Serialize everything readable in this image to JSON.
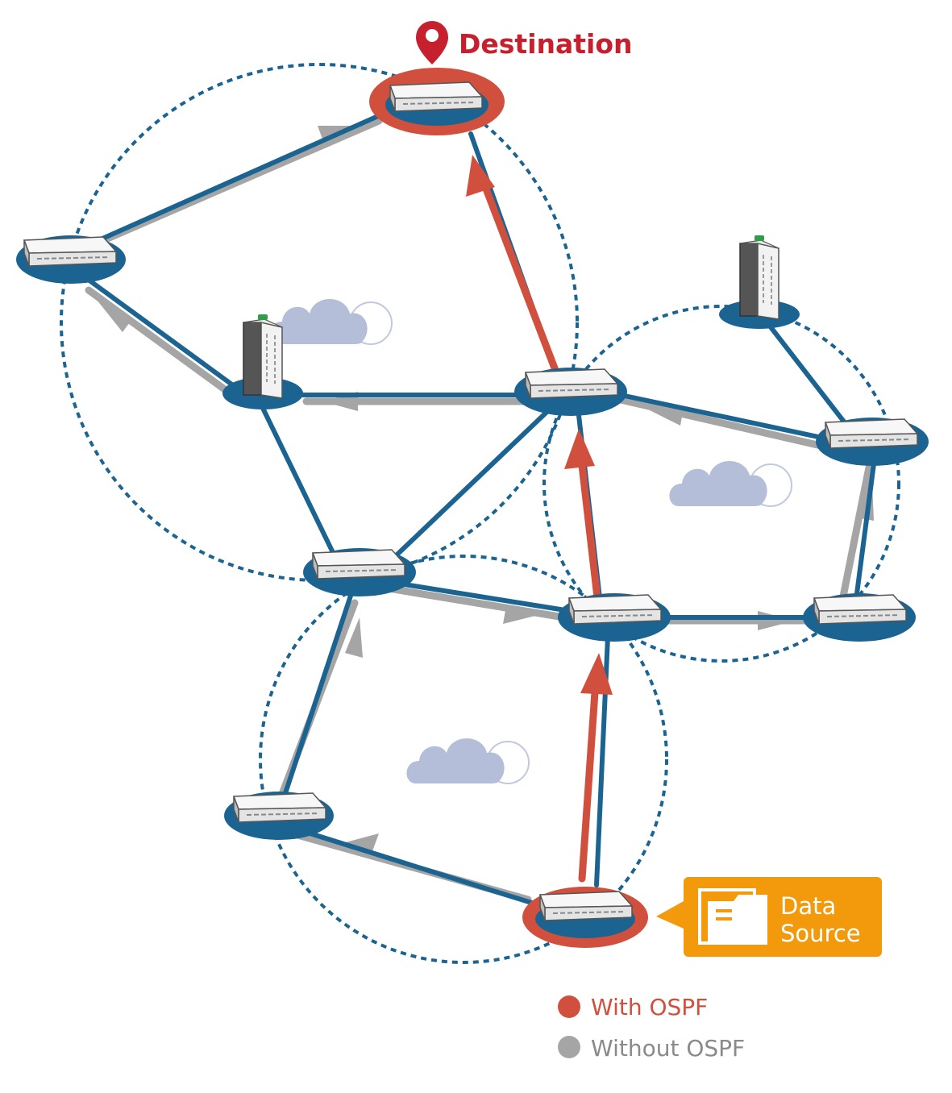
{
  "title": "",
  "destination": {
    "label": "Destination"
  },
  "source": {
    "line1": "Data",
    "line2": "Source"
  },
  "legend": [
    {
      "key": "with",
      "label": "With OSPF",
      "color": "#d14f3d"
    },
    {
      "key": "without",
      "label": "Without OSPF",
      "color": "#a5a5a5"
    }
  ],
  "colors": {
    "link": "#1b6492",
    "ospf_path": "#d14f3d",
    "plain_path": "#a5a5a5",
    "ring": "#1b6492",
    "cloud": "#b5bed8",
    "source_box": "#f29a0b",
    "destination_text": "#c6202f"
  },
  "icons": {
    "destination": "map-pin-icon",
    "source": "folder-icon",
    "cloud": "cloud-icon",
    "switch": "network-switch-icon",
    "tower": "din-rail-switch-icon"
  }
}
